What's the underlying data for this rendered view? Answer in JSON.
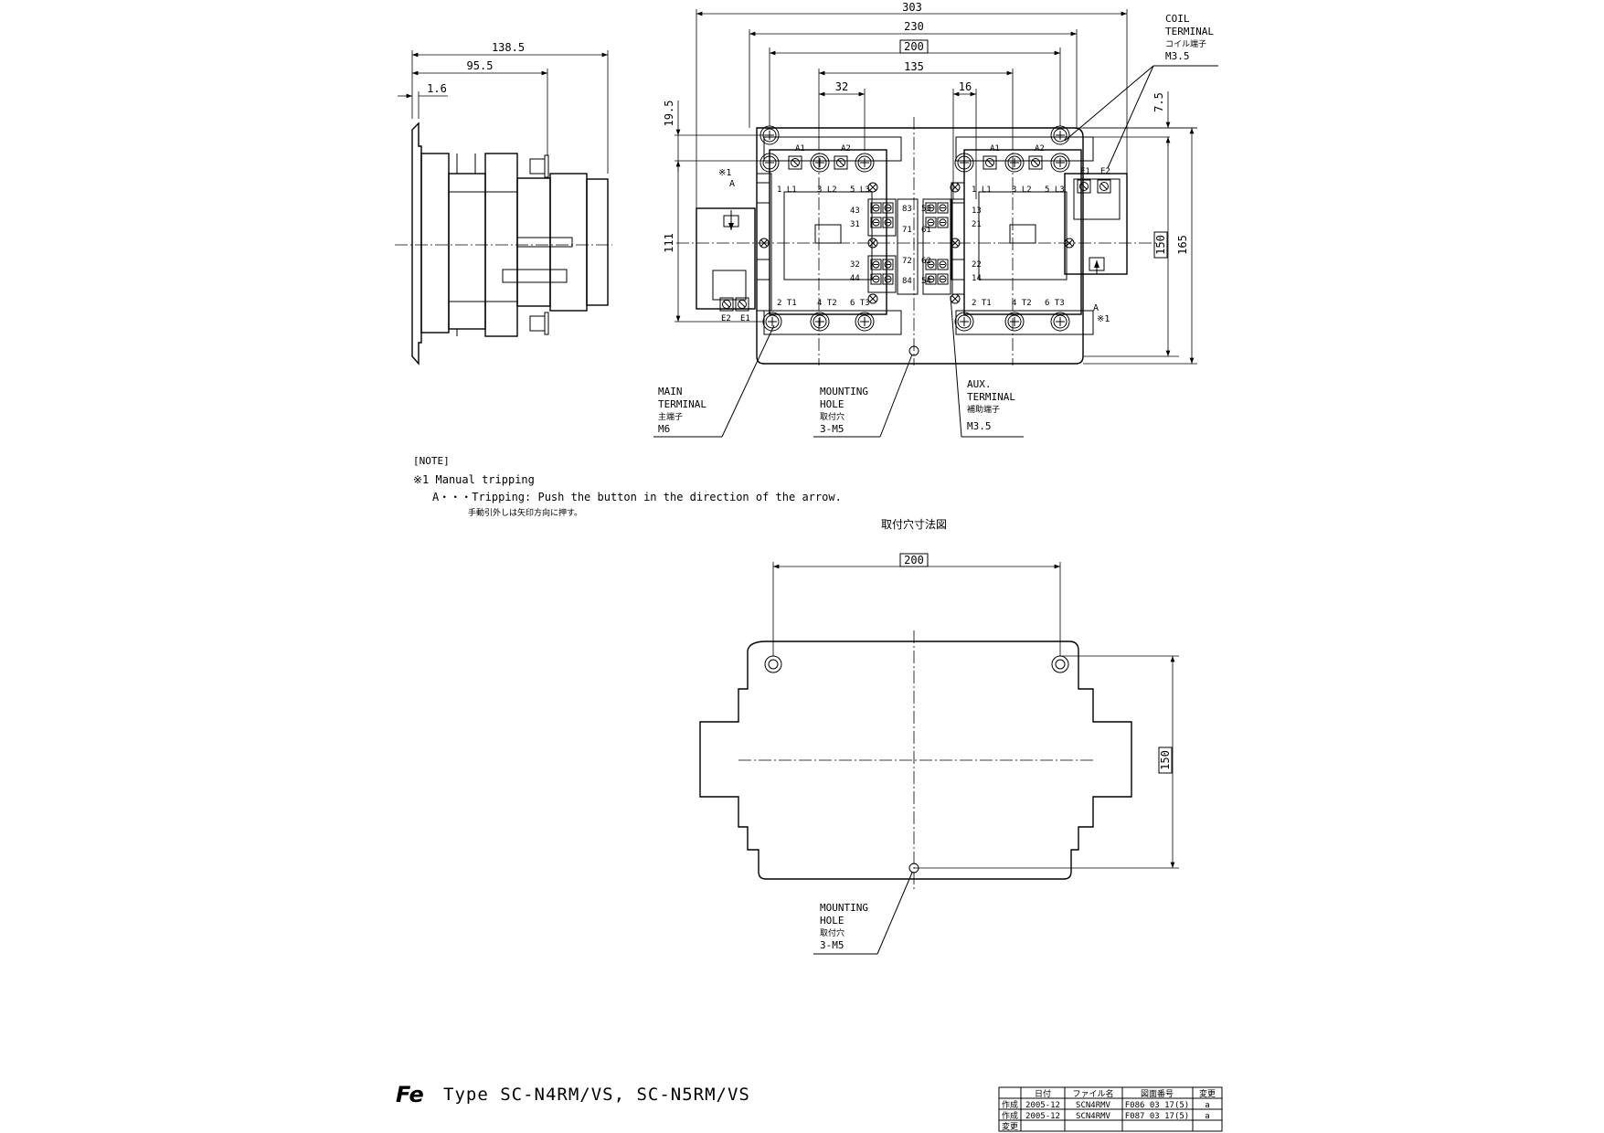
{
  "dimensions": {
    "side_overall": "138.5",
    "side_mid": "95.5",
    "side_plate": "1.6",
    "front_overall": "303",
    "front_230": "230",
    "front_mount_200": "200",
    "front_135": "135",
    "front_32": "32",
    "front_16": "16",
    "front_19_5": "19.5",
    "front_111": "111",
    "front_7_5": "7.5",
    "front_150": "150",
    "front_165": "165",
    "bottom_200": "200",
    "bottom_150": "150"
  },
  "terminals": {
    "a1": "A1",
    "a2": "A2",
    "l1": "1 L1",
    "l2": "3 L2",
    "l3": "5 L3",
    "t1": "2 T1",
    "t2": "4 T2",
    "t3": "6 T3",
    "e1": "E1",
    "e2": "E2",
    "aux": [
      "43",
      "31",
      "32",
      "44",
      "83",
      "71",
      "72",
      "84",
      "53",
      "61",
      "62",
      "54",
      "13",
      "21",
      "22",
      "14"
    ]
  },
  "callouts": {
    "coil_terminal": [
      "COIL",
      "TERMINAL",
      "コイル端子",
      "M3.5"
    ],
    "main_terminal": [
      "MAIN",
      "TERMINAL",
      "主端子",
      "M6"
    ],
    "mounting_hole": [
      "MOUNTING",
      "HOLE",
      "取付穴",
      "3-M5"
    ],
    "aux_terminal": [
      "AUX.",
      "TERMINAL",
      "補助端子",
      "M3.5"
    ],
    "mounting_hole_2": [
      "MOUNTING",
      "HOLE",
      "取付穴",
      "3-M5"
    ],
    "manual_mark_left": "※1",
    "arrow_label": "A",
    "manual_mark_right": "※1"
  },
  "notes": {
    "heading": "[NOTE]",
    "line1": "※1 Manual tripping",
    "line2": "A・・・Tripping: Push the button in the direction of the arrow.",
    "line3": "手動引外しは矢印方向に押す。"
  },
  "mounting_view_title": "取付穴寸法図",
  "footer": {
    "logo": "Fe",
    "title": "Type SC-N4RM/VS, SC-N5RM/VS"
  },
  "title_block": {
    "headers": [
      "",
      "日付",
      "ファイル名",
      "図面番号",
      "変更"
    ],
    "rows": [
      [
        "作成",
        "2005-12",
        "SCN4RMV",
        "F086 03 17(5)",
        "a"
      ],
      [
        "作成",
        "2005-12",
        "SCN4RMV",
        "F087 03 17(5)",
        "a"
      ],
      [
        "変更",
        "",
        "",
        "",
        ""
      ]
    ]
  }
}
